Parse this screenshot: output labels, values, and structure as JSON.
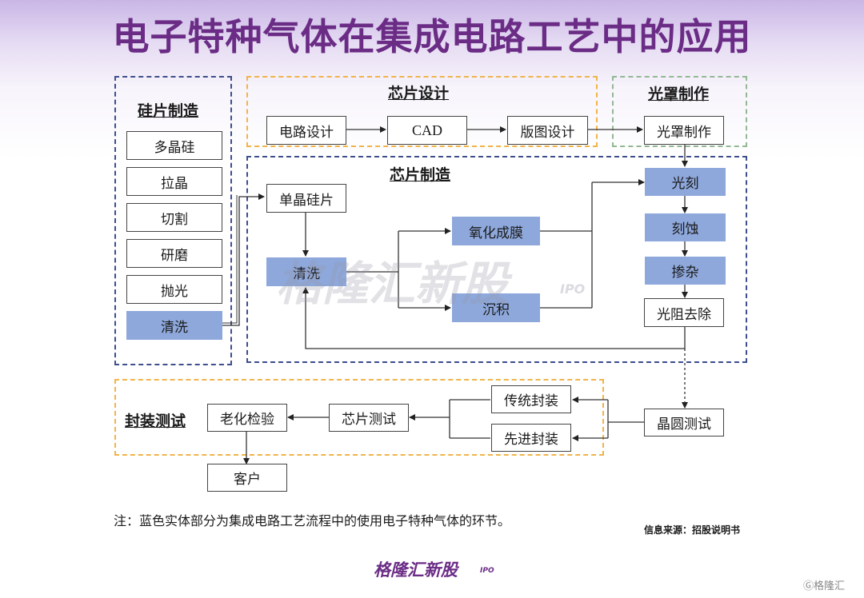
{
  "title": "电子特种气体在集成电路工艺中的应用",
  "sections": {
    "wafer": "硅片制造",
    "design": "芯片设计",
    "mask": "光罩制作",
    "fab": "芯片制造",
    "package": "封装测试"
  },
  "nodes": {
    "polysilicon": "多晶硅",
    "crystal_pulling": "拉晶",
    "cutting": "切割",
    "grinding": "研磨",
    "polishing": "抛光",
    "cleaning_wafer": "清洗",
    "circuit_design": "电路设计",
    "cad": "CAD",
    "layout_design": "版图设计",
    "mask_making": "光罩制作",
    "single_crystal_wafer": "单晶硅片",
    "cleaning_fab": "清洗",
    "oxidation": "氧化成膜",
    "deposition": "沉积",
    "lithography": "光刻",
    "etching": "刻蚀",
    "doping": "掺杂",
    "resist_removal": "光阻去除",
    "wafer_test": "晶圆测试",
    "traditional_packaging": "传统封装",
    "advanced_packaging": "先进封装",
    "chip_test": "芯片测试",
    "burn_in": "老化检验",
    "customer": "客户"
  },
  "note": "注：蓝色实体部分为集成电路工艺流程中的使用电子特种气体的环节。",
  "source": "信息来源：招股说明书",
  "watermark": "格隆汇新股",
  "watermark_sub": "IPO",
  "logo": "格隆汇新股",
  "logo_sub": "IPO",
  "corner_mark": "Ⓖ格隆汇",
  "colors": {
    "title": "#6b2c86",
    "gas_step_fill": "#8ea8dc",
    "region_blue": "#3d4f8c",
    "region_orange": "#f0b44a",
    "region_green": "#93b893"
  }
}
